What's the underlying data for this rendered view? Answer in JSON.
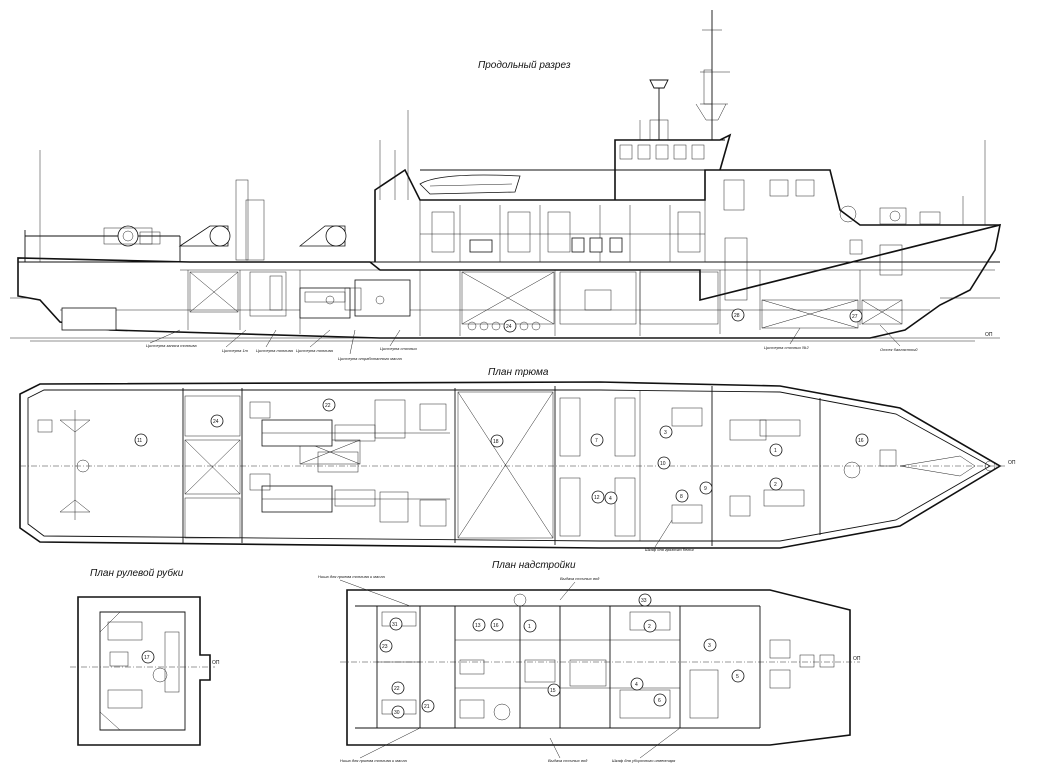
{
  "views": {
    "profile": {
      "title": "Продольный разрез"
    },
    "hold": {
      "title": "План трюма"
    },
    "superstructure": {
      "title": "План надстройки"
    },
    "wheelhouse": {
      "title": "План рулевой рубки"
    }
  },
  "profile_notes": [
    "Цистерна запаса топлива",
    "Цистерна 1т",
    "Цистерна топлива",
    "Цистерна топлива",
    "Цистерна отработанного масла",
    "Цистерна сточных",
    "Цистерна сточных №2",
    "Отсек балластный"
  ],
  "superstructure_notes": {
    "niche_top": "Ниша для приема топлива и масла",
    "drain_top": "Выдача сточных вод",
    "niche_bottom": "Ниша для приема топлива и масла",
    "drain_bottom": "Выдача сточных вод",
    "cabinet": "Шкаф для уборочного инвентаря"
  },
  "hold_notes": {
    "cabinet": "Шкаф для грязного белья"
  },
  "frame_label": "ОП",
  "room_numbers": {
    "hold": [
      "11",
      "24",
      "22",
      "18",
      "7",
      "12",
      "3",
      "1",
      "2",
      "16",
      "10",
      "4",
      "8",
      "9"
    ],
    "superstructure": [
      "31",
      "23",
      "21",
      "30",
      "22",
      "15",
      "13",
      "16",
      "4",
      "5",
      "6",
      "1",
      "2",
      "3",
      "33"
    ],
    "profile": [
      "24",
      "28",
      "27"
    ],
    "wheelhouse": [
      "17"
    ]
  },
  "icons": [
    "anchor-windlass-icon",
    "liferaft-icon",
    "mast-icon",
    "radar-icon"
  ]
}
